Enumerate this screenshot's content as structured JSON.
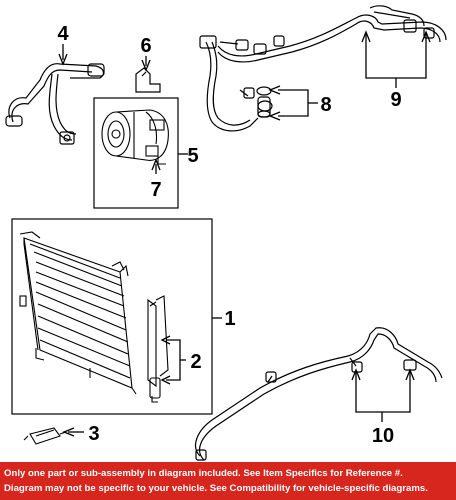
{
  "callouts": {
    "c1": "1",
    "c2": "2",
    "c3": "3",
    "c4": "4",
    "c5": "5",
    "c6": "6",
    "c7": "7",
    "c8": "8",
    "c9": "9",
    "c10": "10"
  },
  "disclaimer": {
    "line1": "Only one part or sub-assembly in diagram included. See Item Specifics for Reference #.",
    "line2": "Diagram may not be specific to your vehicle. See Compatibility for vehicle-specific diagrams."
  },
  "colors": {
    "banner": "#d7261e",
    "linework": "#000000"
  }
}
